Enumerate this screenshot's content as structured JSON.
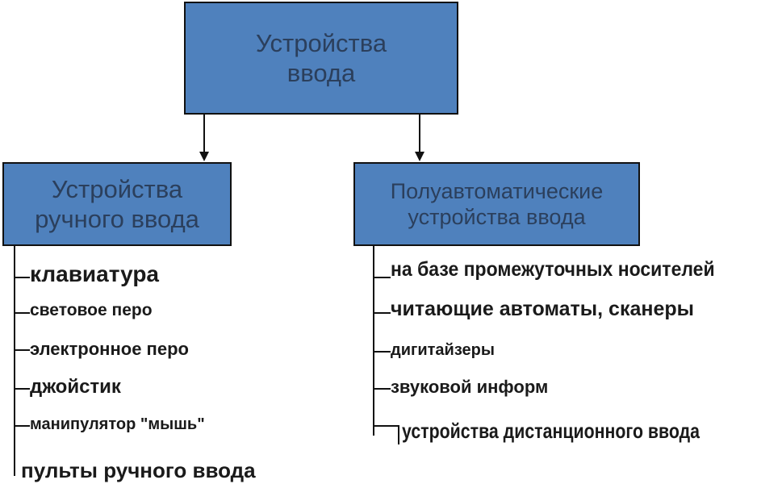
{
  "root": {
    "line1": "Устройства",
    "line2": "ввода"
  },
  "left": {
    "line1": "Устройства",
    "line2": "ручного ввода",
    "items": [
      "клавиатура",
      "световое перо",
      "электронное перо",
      "джойстик",
      "манипулятор \"мышь\"",
      "пульты ручного ввода"
    ]
  },
  "right": {
    "line1": "Полуавтоматические",
    "line2": "устройства ввода",
    "items": [
      "на базе промежуточных носителей",
      "читающие автоматы, сканеры",
      "дигитайзеры",
      "звуковой информ",
      "устройства дистанционного ввода"
    ]
  },
  "colors": {
    "box_fill": "#4f81bd",
    "box_text": "#2b3f5c",
    "lines": "#111111"
  }
}
